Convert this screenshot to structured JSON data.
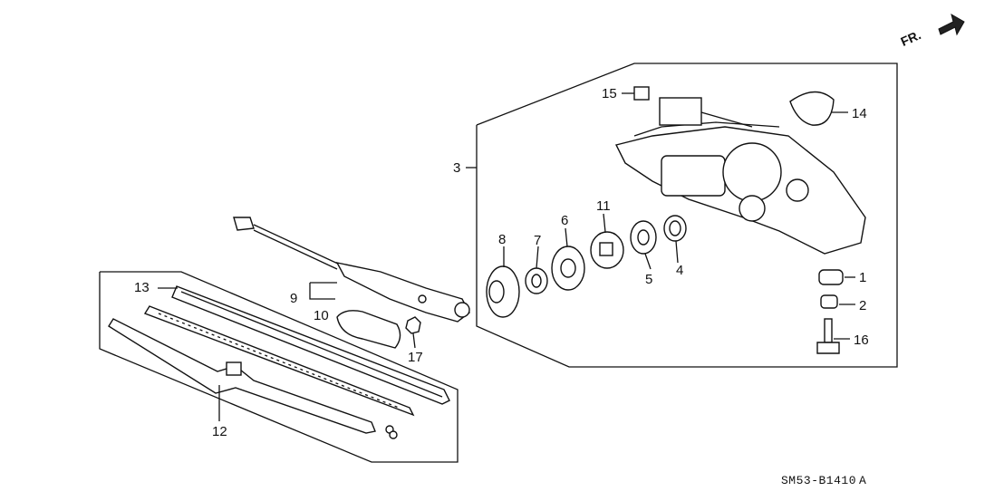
{
  "diagram": {
    "direction_label": "FR.",
    "drawing_code": "SM53-B1410",
    "drawing_suffix": "A",
    "callouts": {
      "c1": "1",
      "c2": "2",
      "c3": "3",
      "c4": "4",
      "c5": "5",
      "c6": "6",
      "c7": "7",
      "c8": "8",
      "c9": "9",
      "c10": "10",
      "c11": "11",
      "c12": "12",
      "c13": "13",
      "c14": "14",
      "c15": "15",
      "c16": "16",
      "c17": "17"
    }
  }
}
